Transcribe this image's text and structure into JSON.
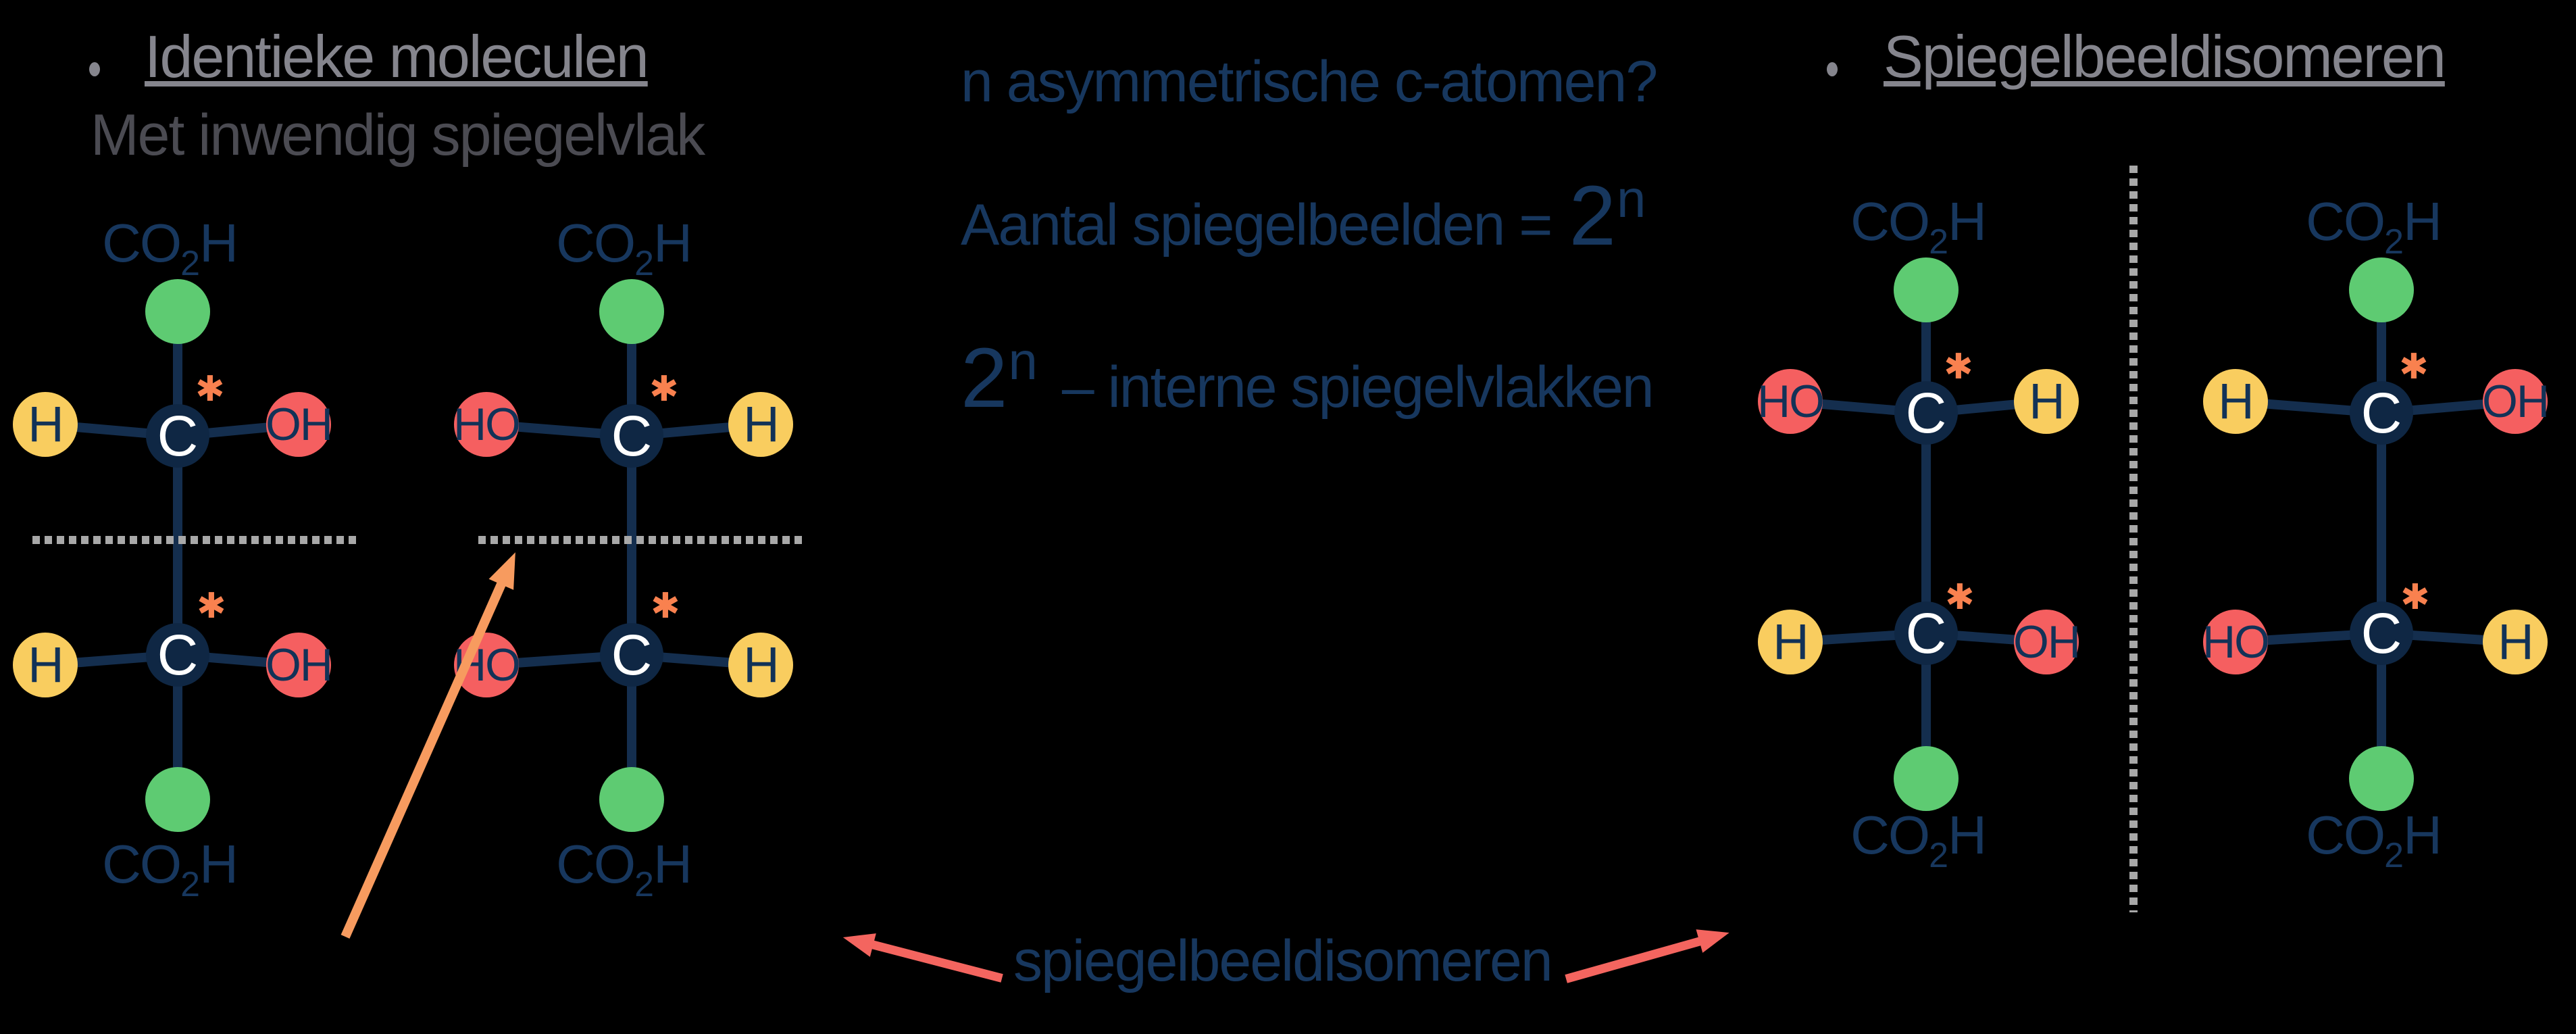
{
  "slide": {
    "left_heading": {
      "bullet": "•",
      "title": "Identieke moleculen",
      "subtitle": "Met inwendig spiegelvlak"
    },
    "right_heading": {
      "bullet": "•",
      "title": "Spiegelbeeldisomeren"
    },
    "middle": {
      "question": "n asymmetrische c-atomen?",
      "formula1_prefix": "Aantal spiegelbeelden =",
      "formula1_base": "2",
      "formula1_exp": "n",
      "formula2_base": "2",
      "formula2_exp": "n",
      "formula2_suffix": "– interne spiegelvlakken",
      "caption": "spiegelbeeldisomeren"
    }
  },
  "molecule_labels": {
    "carboxyl_pre": "CO",
    "carboxyl_sub": "2",
    "carboxyl_post": "H",
    "carbon": "C",
    "asterisk": "✱"
  },
  "molecules": [
    {
      "name": "molecule-1",
      "top_left": "H",
      "top_right": "OH",
      "bottom_left": "H",
      "bottom_right": "OH"
    },
    {
      "name": "molecule-2",
      "top_left": "HO",
      "top_right": "H",
      "bottom_left": "HO",
      "bottom_right": "H"
    },
    {
      "name": "molecule-3",
      "top_left": "HO",
      "top_right": "H",
      "bottom_left": "H",
      "bottom_right": "OH"
    },
    {
      "name": "molecule-4",
      "top_left": "H",
      "top_right": "OH",
      "bottom_left": "HO",
      "bottom_right": "H"
    }
  ],
  "colors": {
    "background": "#000000",
    "heading_gray": "#85858d",
    "subtitle_gray": "#4b4b52",
    "navy_text": "#17375e",
    "node_navy": "#0f2744",
    "bond_navy": "#142e4e",
    "atom_letter": "#123257",
    "carbon_letter": "#ffffff",
    "green": "#5ecb72",
    "yellow": "#f9cd5f",
    "red": "#f55f60",
    "asterisk_orange": "#f9814f",
    "arrow_orange": "#f79b5f",
    "arrow_salmon": "#f4655f",
    "mirror_gray": "#a8a8a8"
  }
}
